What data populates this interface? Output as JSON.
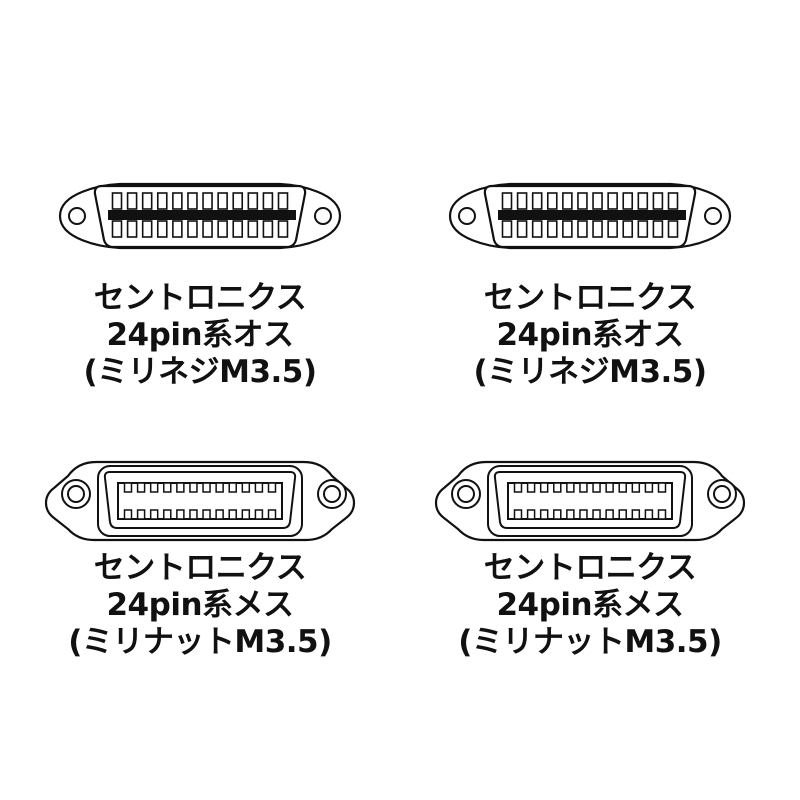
{
  "connectors": [
    {
      "gender": "male",
      "line1": "セントロニクス",
      "line2": "24pin系オス",
      "line3": "(ミリネジM3.5)"
    },
    {
      "gender": "male",
      "line1": "セントロニクス",
      "line2": "24pin系オス",
      "line3": "(ミリネジM3.5)"
    },
    {
      "gender": "female",
      "line1": "セントロニクス",
      "line2": "24pin系メス",
      "line3": "(ミリナットM3.5)"
    },
    {
      "gender": "female",
      "line1": "セントロニクス",
      "line2": "24pin系メス",
      "line3": "(ミリナットM3.5)"
    }
  ],
  "pins_per_row": 12,
  "colors": {
    "line": "#111111",
    "background": "#ffffff"
  }
}
